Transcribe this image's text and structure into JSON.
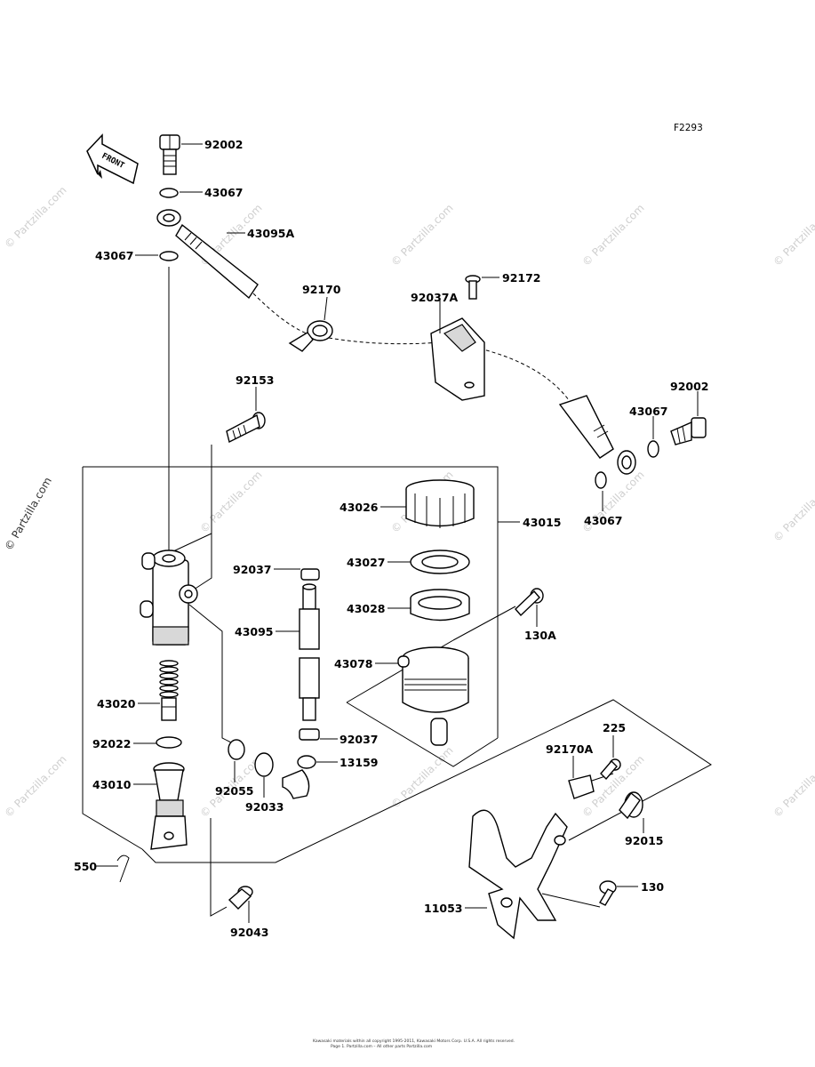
{
  "diagram_code": "F2293",
  "front_label": "FRONT",
  "watermark": "© Partzilla.com",
  "footer": {
    "line1": "Kawasaki materials within all copyright 1995-2011, Kawasaki Motors Corp. U.S.A. All rights reserved.",
    "line2": "Page 1. Partzilla.com – All other parts Partzilla.com"
  },
  "parts": {
    "p92002_top": "92002",
    "p43067_top": "43067",
    "p43067_left": "43067",
    "p43095A": "43095A",
    "p92170": "92170",
    "p92172": "92172",
    "p92037A": "92037A",
    "p92002_right": "92002",
    "p43067_right": "43067",
    "p43067_right_low": "43067",
    "p92153": "92153",
    "p43026": "43026",
    "p43015": "43015",
    "p92037_top": "92037",
    "p43027": "43027",
    "p43028": "43028",
    "p43095": "43095",
    "p130A": "130A",
    "p43078": "43078",
    "p43020": "43020",
    "p92022": "92022",
    "p92037_bottom": "92037",
    "p13159": "13159",
    "p225": "225",
    "p92170A": "92170A",
    "p43010": "43010",
    "p92055": "92055",
    "p92033": "92033",
    "p92015": "92015",
    "p550": "550",
    "p130": "130",
    "p11053": "11053",
    "p92043": "92043"
  }
}
